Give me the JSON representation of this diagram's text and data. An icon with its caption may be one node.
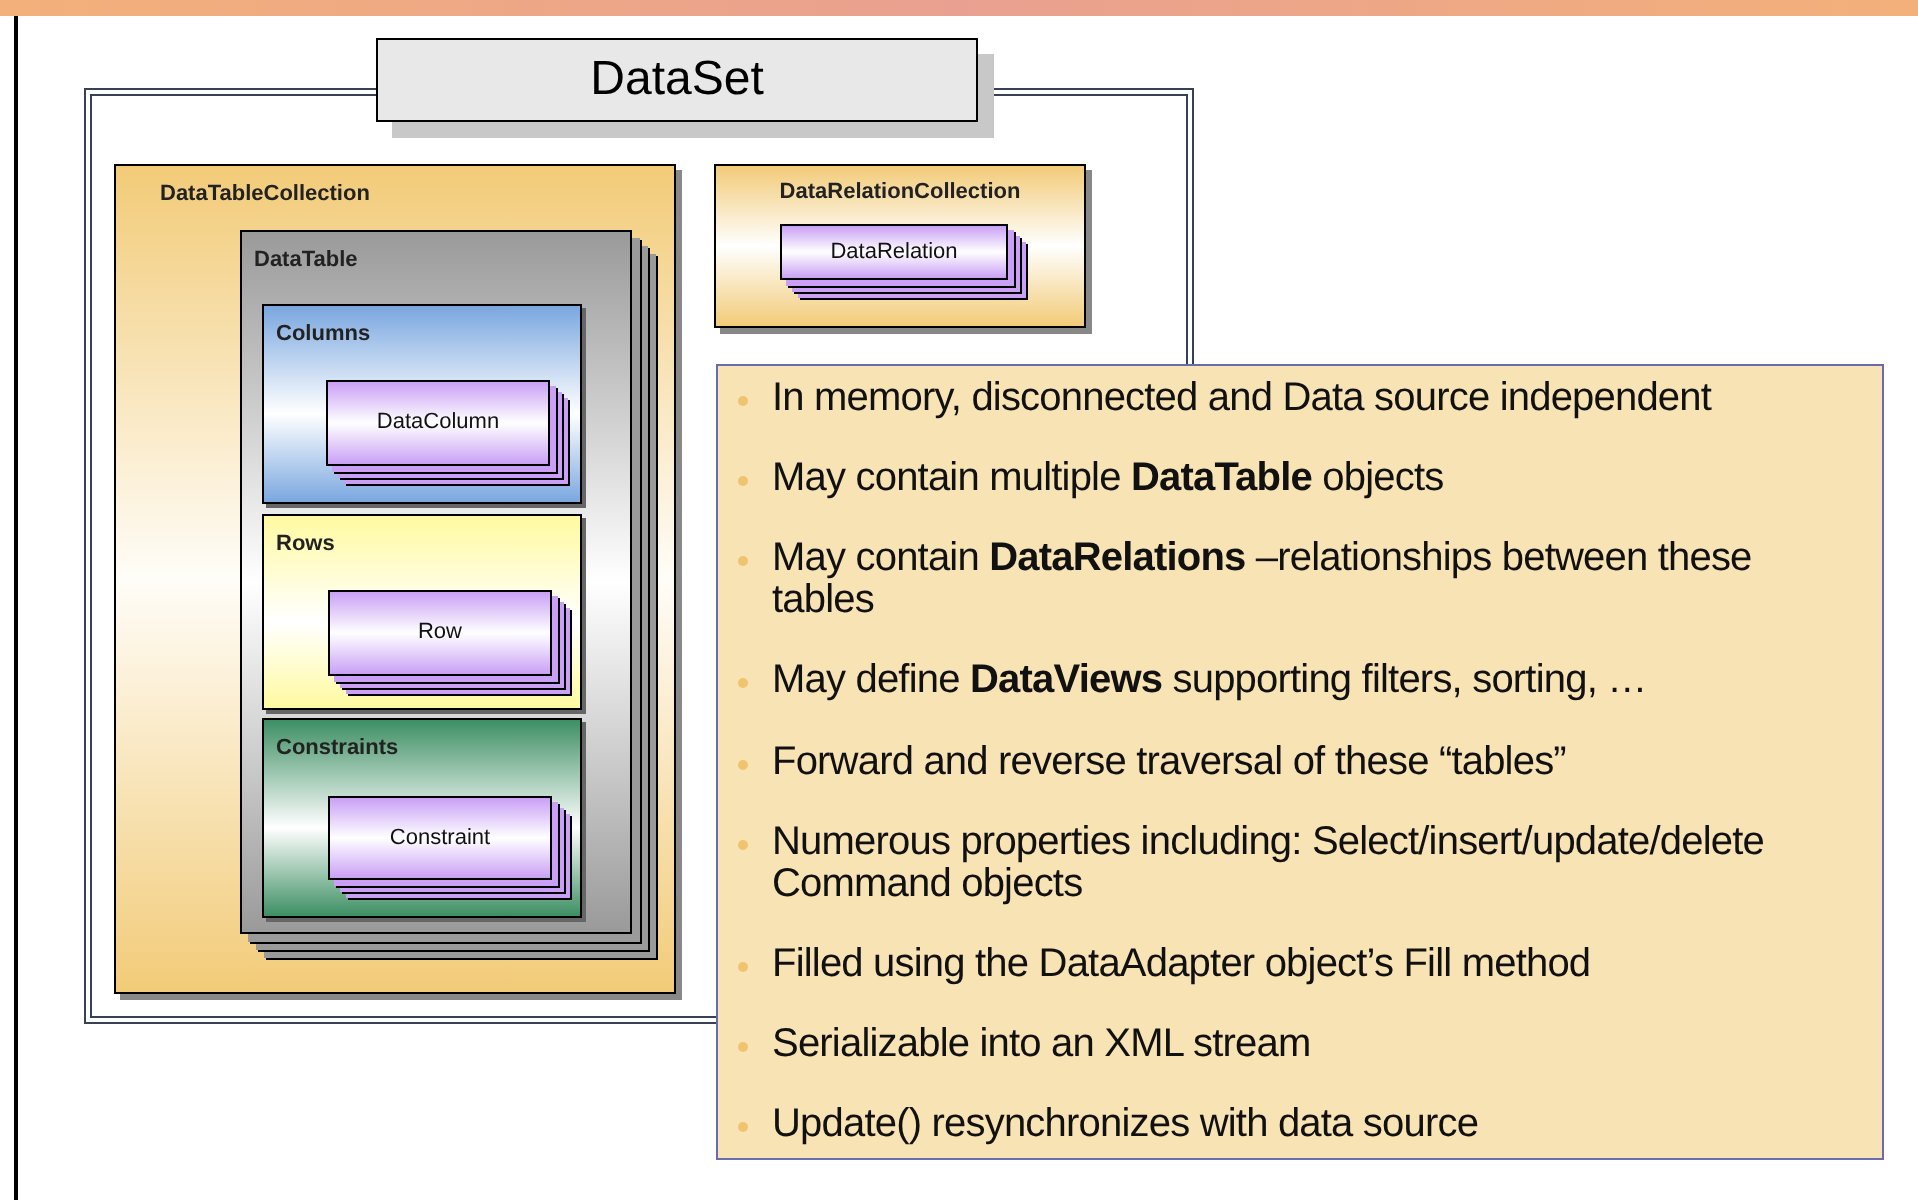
{
  "diagram": {
    "nodes": [
      {
        "text": [
          "DataSet"
        ]
      },
      {
        "text": [
          "DataTableCollection"
        ],
        "in": 0
      },
      {
        "text": [
          "DataTable"
        ],
        "in": 1
      },
      {
        "text": [
          "Columns"
        ],
        "in": 2
      },
      {
        "text": [
          "DataColumn"
        ],
        "in": 3
      },
      {
        "text": [
          "Rows"
        ],
        "in": 2
      },
      {
        "text": [
          "Row"
        ],
        "in": 5
      },
      {
        "text": [
          "Constraints"
        ],
        "in": 2
      },
      {
        "text": [
          "Constraint"
        ],
        "in": 7
      },
      {
        "text": [
          "DataRelationCollection"
        ],
        "in": 0
      },
      {
        "text": [
          "DataRelation"
        ],
        "in": 9
      },
      {
        "text": [
          "In memory, disconnected and Data source independent",
          "May contain multiple **DataTable** objects",
          "May contain **DataRelations** –relationships between these tables",
          "May define **DataViews** supporting filters, sorting, …",
          "Forward and reverse traversal of these “tables”",
          "Numerous properties including: Select/insert/update/delete Command objects",
          "Filled using the DataAdapter object’s Fill method",
          "Serializable into an XML stream",
          "Update() resynchronizes with data source"
        ]
      }
    ]
  }
}
